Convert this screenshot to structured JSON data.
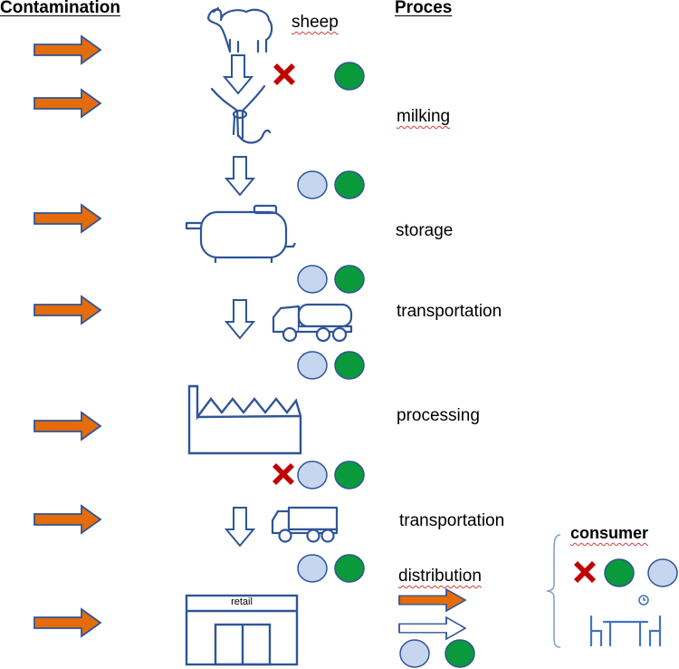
{
  "headers": {
    "contamination": "Contamination",
    "process": "Proces"
  },
  "process_steps": [
    {
      "label": "sheep"
    },
    {
      "label": "milking"
    },
    {
      "label": "storage"
    },
    {
      "label": "transportation"
    },
    {
      "label": "processing"
    },
    {
      "label": "transportation"
    },
    {
      "label": "distribution"
    }
  ],
  "retail_label": "retail",
  "consumer_label": "consumer",
  "colors": {
    "arrow_orange": "#e46c0a",
    "arrow_outline": "#2f5597",
    "icon_blue": "#2f5597",
    "circle_light": "#c5d6ee",
    "circle_green": "#0a9a3c",
    "cross_red": "#c00000",
    "consumer_blue": "#4472c4"
  },
  "icons": [
    "sheep-icon",
    "milking-cluster-icon",
    "storage-tank-icon",
    "tanker-truck-icon",
    "factory-icon",
    "delivery-truck-icon",
    "retail-shop-icon",
    "dining-table-icon",
    "clock-icon"
  ]
}
